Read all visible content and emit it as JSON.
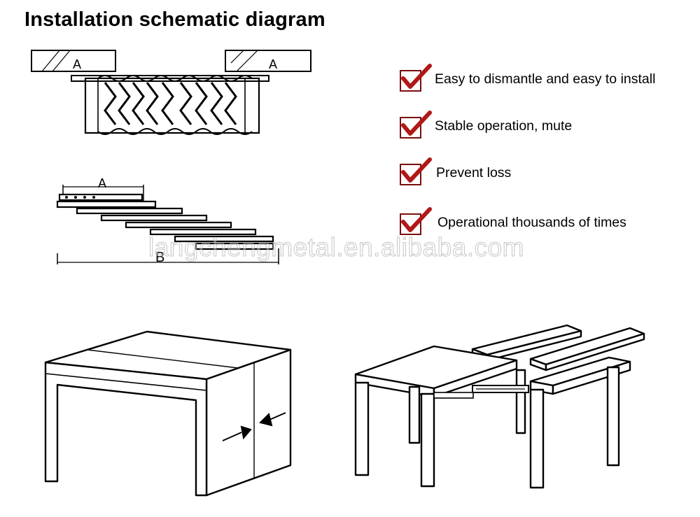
{
  "title": "Installation schematic diagram",
  "features": [
    {
      "label": "Easy to dismantle and easy to install"
    },
    {
      "label": "Stable operation, mute"
    },
    {
      "label": "Prevent loss"
    },
    {
      "label": "Operational thousands of times"
    }
  ],
  "diagram_labels": {
    "top_left_a": "A",
    "top_right_a": "A",
    "slide_a": "A",
    "slide_b": "B"
  },
  "watermark": "langchengmetal.en.alibaba.com",
  "colors": {
    "check_red": "#b01818",
    "checkbox_border": "#7a0e0e"
  }
}
